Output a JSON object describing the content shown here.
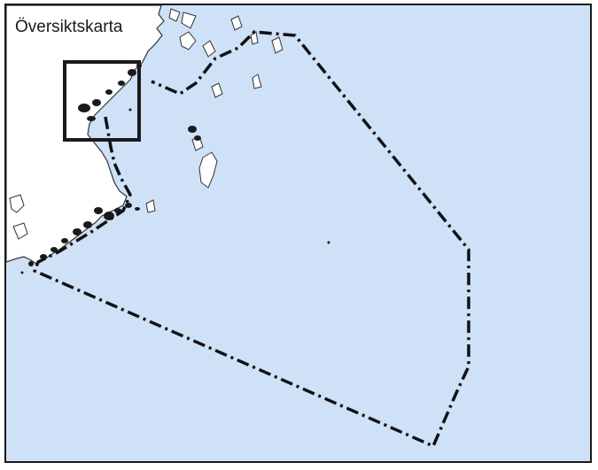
{
  "map": {
    "title": "Översiktskarta",
    "colors": {
      "sea": "#cfe1f6",
      "land": "#ffffff",
      "coastline": "#333333",
      "boundary": "#111111",
      "frame": "#1a1a1a"
    },
    "features": [
      "land-mainland",
      "island",
      "boundary-line",
      "inset-rectangle"
    ]
  }
}
